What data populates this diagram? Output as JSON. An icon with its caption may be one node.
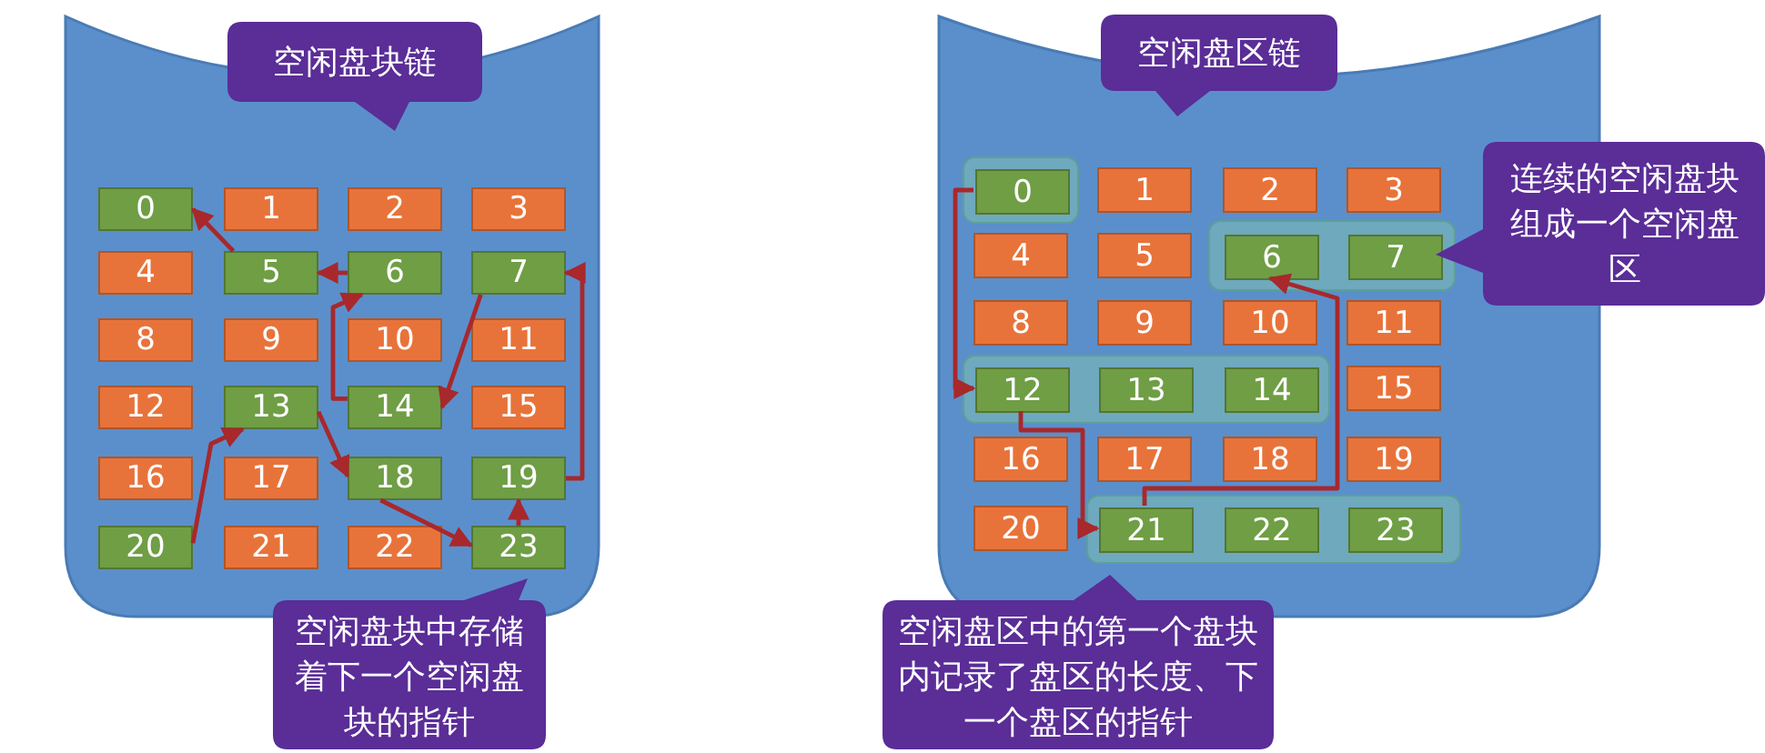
{
  "diagram": {
    "nodes": [
      {
        "text": [],
        "shape": "cylinder"
      },
      {
        "text": [
          "空闲盘块链"
        ],
        "in": 0
      },
      {
        "text": [
          "0"
        ],
        "in": 0
      },
      {
        "text": [
          "1"
        ],
        "in": 0
      },
      {
        "text": [
          "2"
        ],
        "in": 0
      },
      {
        "text": [
          "3"
        ],
        "in": 0
      },
      {
        "text": [
          "4"
        ],
        "in": 0
      },
      {
        "text": [
          "5"
        ],
        "in": 0
      },
      {
        "text": [
          "6"
        ],
        "in": 0
      },
      {
        "text": [
          "7"
        ],
        "in": 0
      },
      {
        "text": [
          "8"
        ],
        "in": 0
      },
      {
        "text": [
          "9"
        ],
        "in": 0
      },
      {
        "text": [
          "10"
        ],
        "in": 0
      },
      {
        "text": [
          "11"
        ],
        "in": 0
      },
      {
        "text": [
          "12"
        ],
        "in": 0
      },
      {
        "text": [
          "13"
        ],
        "in": 0
      },
      {
        "text": [
          "14"
        ],
        "in": 0
      },
      {
        "text": [
          "15"
        ],
        "in": 0
      },
      {
        "text": [
          "16"
        ],
        "in": 0
      },
      {
        "text": [
          "17"
        ],
        "in": 0
      },
      {
        "text": [
          "18"
        ],
        "in": 0
      },
      {
        "text": [
          "19"
        ],
        "in": 0
      },
      {
        "text": [
          "20"
        ],
        "in": 0
      },
      {
        "text": [
          "21"
        ],
        "in": 0
      },
      {
        "text": [
          "22"
        ],
        "in": 0
      },
      {
        "text": [
          "23"
        ],
        "in": 0
      },
      {
        "text": [
          "空闲盘块中存储着下一个空闲盘块的指针"
        ]
      },
      {
        "text": [],
        "shape": "cylinder"
      },
      {
        "text": [
          "空闲盘区链"
        ],
        "in": 27
      },
      {
        "text": [],
        "shape": "box",
        "in": 27
      },
      {
        "text": [
          "0"
        ],
        "in": 29
      },
      {
        "text": [
          "1"
        ],
        "in": 27
      },
      {
        "text": [
          "2"
        ],
        "in": 27
      },
      {
        "text": [
          "3"
        ],
        "in": 27
      },
      {
        "text": [
          "4"
        ],
        "in": 27
      },
      {
        "text": [
          "5"
        ],
        "in": 27
      },
      {
        "text": [],
        "shape": "box",
        "in": 27
      },
      {
        "text": [
          "6"
        ],
        "in": 36
      },
      {
        "text": [
          "7"
        ],
        "in": 36
      },
      {
        "text": [
          "8"
        ],
        "in": 27
      },
      {
        "text": [
          "9"
        ],
        "in": 27
      },
      {
        "text": [
          "10"
        ],
        "in": 27
      },
      {
        "text": [
          "11"
        ],
        "in": 27
      },
      {
        "text": [],
        "shape": "box",
        "in": 27
      },
      {
        "text": [
          "12"
        ],
        "in": 43
      },
      {
        "text": [
          "13"
        ],
        "in": 43
      },
      {
        "text": [
          "14"
        ],
        "in": 43
      },
      {
        "text": [
          "15"
        ],
        "in": 27
      },
      {
        "text": [
          "16"
        ],
        "in": 27
      },
      {
        "text": [
          "17"
        ],
        "in": 27
      },
      {
        "text": [
          "18"
        ],
        "in": 27
      },
      {
        "text": [
          "19"
        ],
        "in": 27
      },
      {
        "text": [
          "20"
        ],
        "in": 27
      },
      {
        "text": [],
        "shape": "box",
        "in": 27
      },
      {
        "text": [
          "21"
        ],
        "in": 53
      },
      {
        "text": [
          "22"
        ],
        "in": 53
      },
      {
        "text": [
          "23"
        ],
        "in": 53
      },
      {
        "text": [
          "连续的空闲盘块组成一个空闲盘区"
        ]
      },
      {
        "text": [
          "空闲盘区中的第一个盘块内记录了盘区的长度、下一个盘区的指针"
        ]
      }
    ],
    "edges": [
      {
        "from": 22,
        "to": 15,
        "arrow": "to"
      },
      {
        "from": 15,
        "to": 20,
        "arrow": "to"
      },
      {
        "from": 20,
        "to": 25,
        "arrow": "to"
      },
      {
        "from": 25,
        "to": 21,
        "arrow": "to"
      },
      {
        "from": 21,
        "to": 9,
        "arrow": "to"
      },
      {
        "from": 9,
        "to": 16,
        "arrow": "to"
      },
      {
        "from": 16,
        "to": 8,
        "arrow": "to"
      },
      {
        "from": 8,
        "to": 7,
        "arrow": "to"
      },
      {
        "from": 7,
        "to": 2,
        "arrow": "to"
      },
      {
        "from": 30,
        "to": 44,
        "arrow": "to"
      },
      {
        "from": 44,
        "to": 54,
        "arrow": "to"
      },
      {
        "from": 54,
        "to": 37,
        "arrow": "to"
      }
    ]
  }
}
